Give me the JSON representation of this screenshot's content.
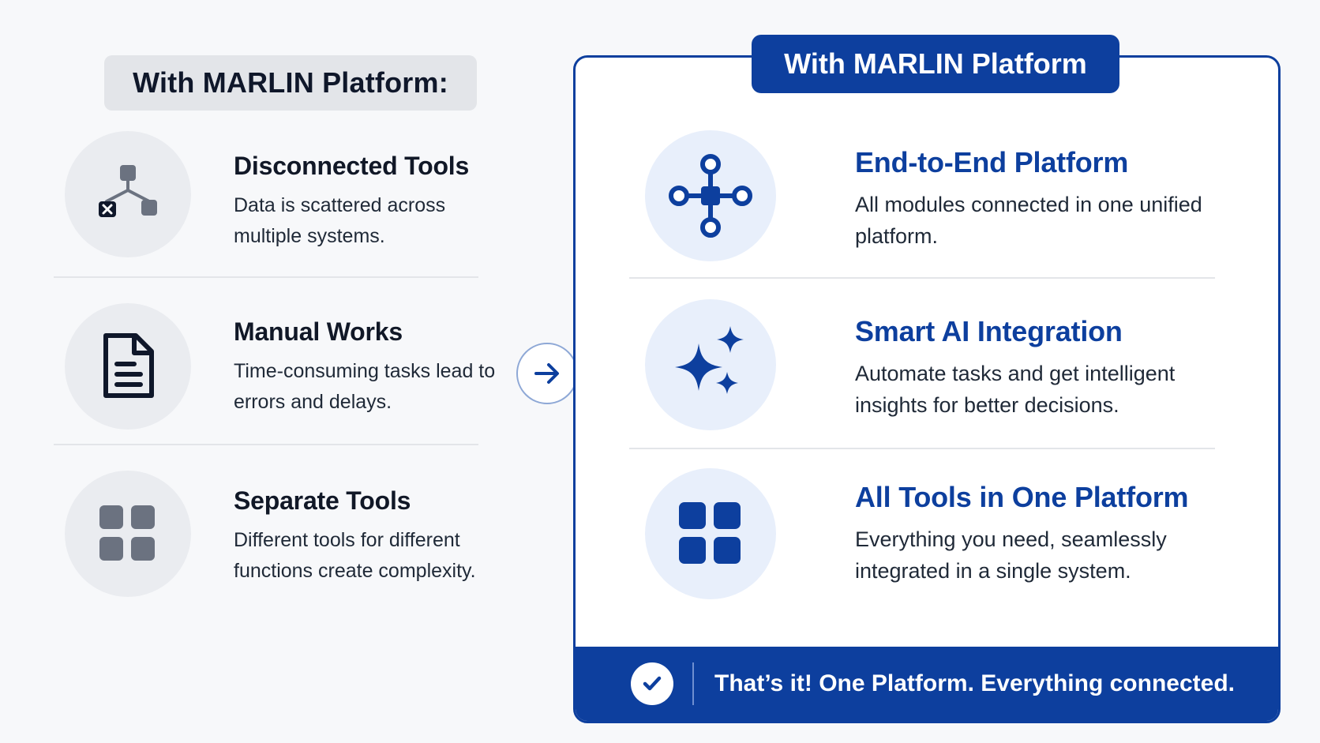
{
  "left": {
    "title": "With MARLIN Platform:",
    "items": [
      {
        "icon": "disconnected-nodes-icon",
        "heading": "Disconnected Tools",
        "desc": "Data is scattered across multiple systems."
      },
      {
        "icon": "document-icon",
        "heading": "Manual Works",
        "desc": "Time-consuming tasks lead to errors and delays."
      },
      {
        "icon": "grid-icon",
        "heading": "Separate Tools",
        "desc": "Different tools for different functions create complexity."
      }
    ]
  },
  "arrow": {
    "icon": "arrow-right-icon"
  },
  "right": {
    "title": "With MARLIN Platform",
    "items": [
      {
        "icon": "network-hub-icon",
        "heading": "End-to-End Platform",
        "desc": "All modules connected in one unified platform."
      },
      {
        "icon": "sparkle-icon",
        "heading": "Smart AI Integration",
        "desc": "Automate tasks and get intelligent insights for better decisions."
      },
      {
        "icon": "grid-icon",
        "heading": "All Tools in One Platform",
        "desc": "Everything you need, seamlessly integrated in a single system."
      }
    ],
    "footer": {
      "icon": "check-icon",
      "text": "That’s it! One Platform. Everything connected."
    }
  },
  "colors": {
    "brand": "#0d3f9e",
    "gray_icon": "#6b7280",
    "dark_icon": "#0f172a",
    "light_circle": "#eaecf0",
    "blue_circle": "#e8effb"
  }
}
